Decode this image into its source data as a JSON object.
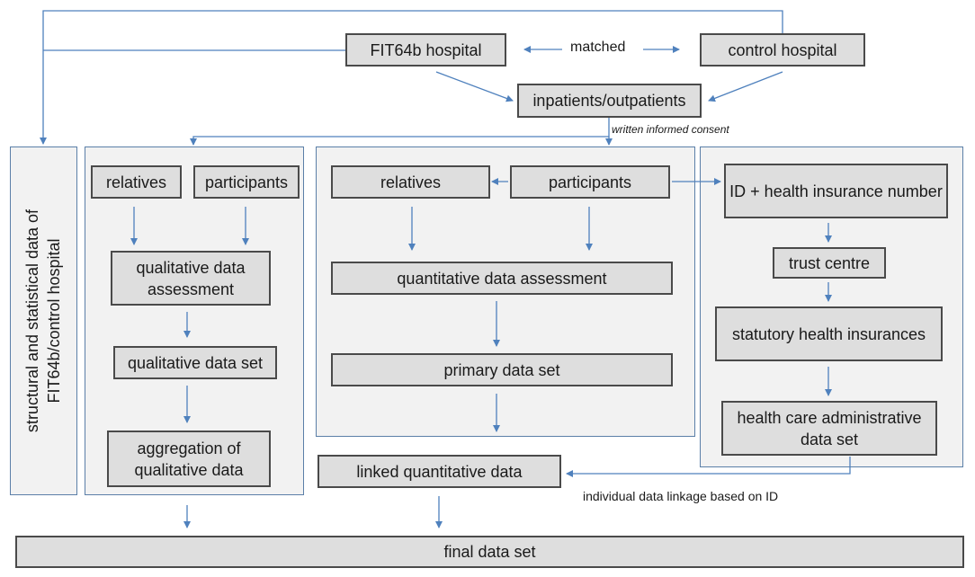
{
  "hospitals": {
    "fit": "FIT64b hospital",
    "matched": "matched",
    "control": "control hospital"
  },
  "patients": "inpatients/outpatients",
  "consent": "written informed consent",
  "structural_lines": [
    "structural and statistical data of",
    "FIT64b/control hospital"
  ],
  "qualitative": {
    "relatives": "relatives",
    "participants": "participants",
    "assessment": "qualitative data assessment",
    "set": "qualitative data set",
    "aggregation": "aggregation of qualitative data"
  },
  "quantitative": {
    "relatives": "relatives",
    "participants": "participants",
    "assessment": "quantitative data assessment",
    "set": "primary data set",
    "linked": "linked quantitative data"
  },
  "insurance": {
    "id": "ID + health insurance number",
    "trust": "trust centre",
    "statutory": "statutory health insurances",
    "admin": "health care administrative data set"
  },
  "linkage": "individual data linkage based on ID",
  "final": "final data set"
}
